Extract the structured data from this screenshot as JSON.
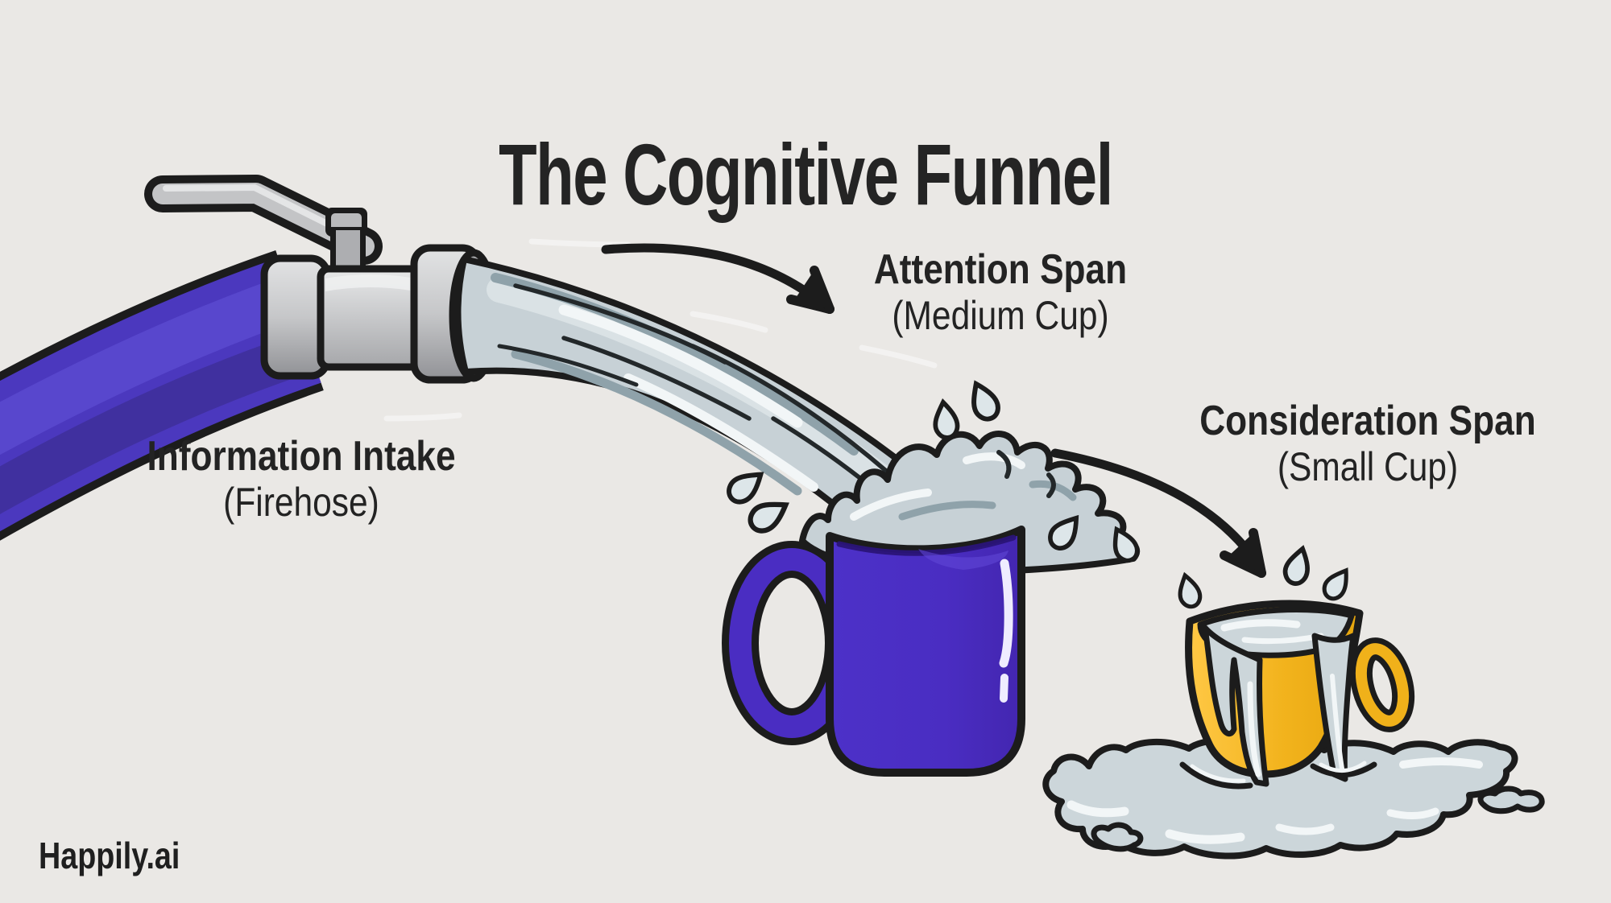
{
  "title": "The Cognitive Funnel",
  "labels": {
    "intake": {
      "title": "Information Intake",
      "subtitle": "(Firehose)"
    },
    "attention": {
      "title": "Attention Span",
      "subtitle": "(Medium Cup)"
    },
    "consideration": {
      "title": "Consideration Span",
      "subtitle": "(Small Cup)"
    }
  },
  "watermark": "Happily.ai",
  "stages": [
    {
      "id": "intake",
      "label": "Information Intake",
      "sublabel": "(Firehose)",
      "metaphor": "firehose with faucet valve",
      "color": "#4B38BE"
    },
    {
      "id": "attention",
      "label": "Attention Span",
      "sublabel": "(Medium Cup)",
      "metaphor": "medium purple mug overflowing",
      "color": "#4A2DC2"
    },
    {
      "id": "consideration",
      "label": "Consideration Span",
      "sublabel": "(Small Cup)",
      "metaphor": "small yellow cup overflowing into puddle",
      "color": "#F2B31D"
    }
  ],
  "palette": {
    "background": "#EAE8E5",
    "outline": "#1C1C1C",
    "text": "#232323",
    "hose_purple": "#4B38BE",
    "hose_purple_dark": "#40309F",
    "hose_purple_light": "#5847CD",
    "mug_purple": "#4A2DC2",
    "metal_gray": "#B9BABC",
    "metal_gray_light": "#DCDDDD",
    "metal_gray_dark": "#88898D",
    "water": "#C7D1D6",
    "water_light": "#F2F6F7",
    "water_shadow": "#8FA2AA",
    "cup_yellow": "#F2B31D",
    "cup_yellow_light": "#FFC845",
    "cup_yellow_dark": "#D6960F",
    "puddle": "#CCD6DA"
  },
  "icons": {
    "faucet": "faucet-valve-icon",
    "arrow_to_mug": "curved-arrow-to-medium-cup-icon",
    "arrow_to_cup": "curved-arrow-to-small-cup-icon"
  }
}
